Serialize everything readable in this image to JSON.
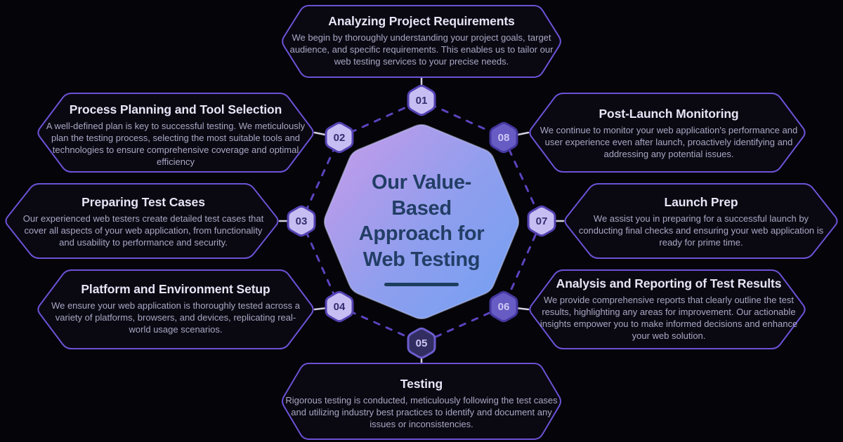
{
  "center": {
    "title": "Our Value-Based Approach for Web Testing",
    "title_lines": [
      "Our Value-",
      "Based",
      "Approach for",
      "Web Testing"
    ]
  },
  "steps": [
    {
      "number": "01",
      "badge_variant": "light",
      "title": "Analyzing Project Requirements",
      "description": "We begin by thoroughly understanding your project goals, target audience, and specific requirements. This enables us to tailor our web testing services to your precise needs."
    },
    {
      "number": "02",
      "badge_variant": "light",
      "title": "Process Planning and Tool Selection",
      "description": "A well-defined plan is key to successful testing. We meticulously plan the testing process, selecting the most suitable tools and technologies to ensure comprehensive coverage and optimal efficiency"
    },
    {
      "number": "03",
      "badge_variant": "light",
      "title": "Preparing Test Cases",
      "description": "Our experienced web testers create detailed test cases that cover all aspects of your web application, from functionality and usability to performance and security."
    },
    {
      "number": "04",
      "badge_variant": "light",
      "title": "Platform and Environment Setup",
      "description": "We ensure your web application is thoroughly tested across a variety of platforms, browsers, and devices, replicating real-world usage scenarios."
    },
    {
      "number": "05",
      "badge_variant": "dark",
      "title": "Testing",
      "description": "Rigorous testing is conducted, meticulously following the test cases and utilizing industry best practices to identify and document any issues or inconsistencies."
    },
    {
      "number": "06",
      "badge_variant": "mid",
      "title": "Analysis and Reporting of Test Results",
      "description": "We provide comprehensive reports that clearly outline the test results, highlighting any areas for improvement. Our actionable insights empower you to make informed decisions and enhance your web solution."
    },
    {
      "number": "07",
      "badge_variant": "light",
      "title": "Launch Prep",
      "description": "We assist you in preparing for a successful launch by conducting final checks and ensuring your web application is ready for prime time."
    },
    {
      "number": "08",
      "badge_variant": "mid",
      "title": "Post-Launch Monitoring",
      "description": "We continue to monitor your web application's performance and user experience even after launch, proactively identifying and addressing any potential issues."
    }
  ],
  "colors": {
    "background": "#050408",
    "box_border": "#6C52D6",
    "title_text": "#E7E5F6",
    "body_text": "#A9A7C4",
    "dashed_ring": "#5C43BE",
    "connector": "#D2D0E2",
    "badge_light_fill": "#C6BDF2",
    "badge_dark_fill": "#332E62",
    "badge_mid_fill": "#675CC4",
    "center_gradient_start": "#C59BE9",
    "center_gradient_end": "#74A0F2",
    "center_text": "#223E66"
  }
}
